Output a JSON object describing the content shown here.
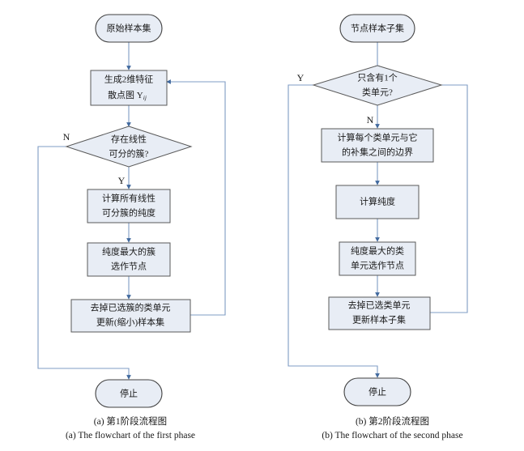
{
  "figure": {
    "type": "flowchart",
    "panels": [
      {
        "id": "a",
        "caption_cn": "(a) 第1阶段流程图",
        "caption_en": "(a) The flowchart of the first phase",
        "nodes": [
          {
            "id": "a-start",
            "shape": "terminator",
            "lines": [
              "原始样本集"
            ]
          },
          {
            "id": "a-scatter",
            "shape": "process",
            "lines": [
              "生成2维特征",
              "散点图 Y"
            ],
            "subscript": "ij"
          },
          {
            "id": "a-decision",
            "shape": "decision",
            "lines": [
              "存在线性",
              "可分的簇?"
            ]
          },
          {
            "id": "a-purity",
            "shape": "process",
            "lines": [
              "计算所有线性",
              "可分簇的纯度"
            ]
          },
          {
            "id": "a-select",
            "shape": "process",
            "lines": [
              "纯度最大的簇",
              "选作节点"
            ]
          },
          {
            "id": "a-remove",
            "shape": "process",
            "lines": [
              "去掉已选簇的类单元",
              "更新(缩小)样本集"
            ]
          },
          {
            "id": "a-stop",
            "shape": "terminator",
            "lines": [
              "停止"
            ]
          }
        ],
        "branch_labels": [
          {
            "id": "a-branch-n",
            "text": "N"
          },
          {
            "id": "a-branch-y",
            "text": "Y"
          }
        ]
      },
      {
        "id": "b",
        "caption_cn": "(b) 第2阶段流程图",
        "caption_en": "(b) The flowchart of the second phase",
        "nodes": [
          {
            "id": "b-start",
            "shape": "terminator",
            "lines": [
              "节点样本子集"
            ]
          },
          {
            "id": "b-decision",
            "shape": "decision",
            "lines": [
              "只含有1个",
              "类单元?"
            ]
          },
          {
            "id": "b-border",
            "shape": "process",
            "lines": [
              "计算每个类单元与它",
              "的补集之间的边界"
            ]
          },
          {
            "id": "b-purity",
            "shape": "process",
            "lines": [
              "计算纯度"
            ]
          },
          {
            "id": "b-select",
            "shape": "process",
            "lines": [
              "纯度最大的类",
              "单元选作节点"
            ]
          },
          {
            "id": "b-remove",
            "shape": "process",
            "lines": [
              "去掉已选类单元",
              "更新样本子集"
            ]
          },
          {
            "id": "b-stop",
            "shape": "terminator",
            "lines": [
              "停止"
            ]
          }
        ],
        "branch_labels": [
          {
            "id": "b-branch-y",
            "text": "Y"
          },
          {
            "id": "b-branch-n",
            "text": "N"
          }
        ]
      }
    ],
    "colors": {
      "node_fill": "#e8edf5",
      "node_stroke": "#595959",
      "connector": "#7f9cc4",
      "text": "#1a1a1a",
      "background": "#ffffff"
    }
  }
}
